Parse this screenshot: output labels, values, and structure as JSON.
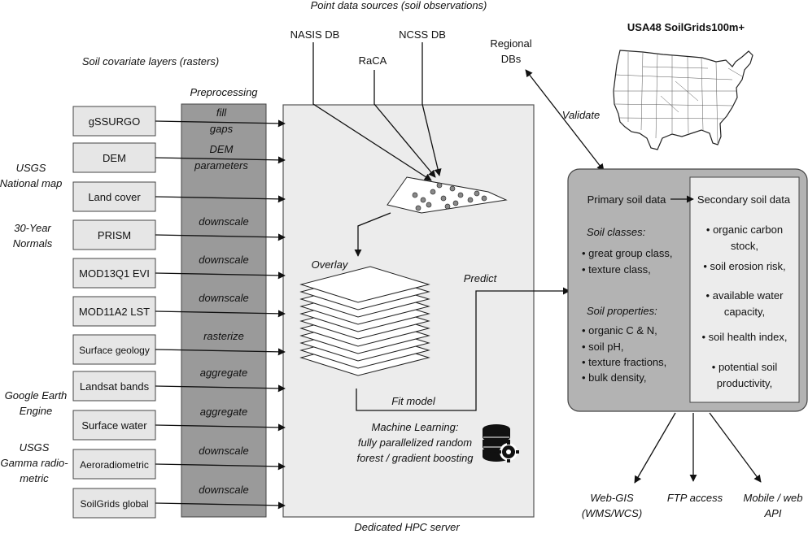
{
  "top_label": "Point data sources (soil observations)",
  "point_sources": [
    "NASIS DB",
    "RaCA",
    "NCSS DB"
  ],
  "regional_dbs": [
    "Regional",
    "DBs"
  ],
  "covariates_label": "Soil covariate layers (rasters)",
  "preprocessing_label": "Preprocessing",
  "validate_label": "Validate",
  "map_title": "USA48 SoilGrids100m+",
  "side_labels": {
    "usgs_national_map": [
      "USGS",
      "National map"
    ],
    "thirty_year_normals": [
      "30-Year",
      "Normals"
    ],
    "google_earth_engine": [
      "Google Earth",
      "Engine"
    ],
    "usgs_gamma": [
      "USGS",
      "Gamma radio-",
      "metric"
    ]
  },
  "layers": [
    {
      "name": "gSSURGO",
      "process": [
        "fill",
        "gaps"
      ]
    },
    {
      "name": "DEM",
      "process": [
        "DEM",
        "parameters"
      ]
    },
    {
      "name": "Land cover",
      "process": []
    },
    {
      "name": "PRISM",
      "process": [
        "downscale"
      ]
    },
    {
      "name": "MOD13Q1 EVI",
      "process": [
        "downscale"
      ]
    },
    {
      "name": "MOD11A2 LST",
      "process": [
        "downscale"
      ]
    },
    {
      "name": "Surface geology",
      "process": [
        "rasterize"
      ]
    },
    {
      "name": "Landsat bands",
      "process": [
        "aggregate"
      ]
    },
    {
      "name": "Surface water",
      "process": [
        "aggregate"
      ]
    },
    {
      "name": "Aeroradiometric",
      "process": [
        "downscale"
      ]
    },
    {
      "name": "SoilGrids global",
      "process": [
        "downscale"
      ]
    }
  ],
  "hpc": {
    "overlay": "Overlay",
    "predict": "Predict",
    "fit_model": "Fit model",
    "ml_lines": [
      "Machine Learning:",
      "fully parallelized random",
      "forest / gradient boosting"
    ],
    "server_label": "Dedicated HPC server"
  },
  "outputs": {
    "primary_title": "Primary soil data",
    "secondary_title": "Secondary soil data",
    "soil_classes_label": "Soil classes:",
    "soil_classes": [
      "great group class,",
      "texture class,"
    ],
    "soil_properties_label": "Soil properties:",
    "soil_properties": [
      "organic C & N,",
      "soil pH,",
      "texture fractions,",
      "bulk density,"
    ],
    "secondary_items": [
      [
        "organic carbon",
        "stock,"
      ],
      [
        "soil erosion risk,"
      ],
      [
        "available water",
        "capacity,"
      ],
      [
        "soil health index,"
      ],
      [
        "potential soil",
        "productivity,"
      ]
    ]
  },
  "delivery": [
    [
      "Web-GIS",
      "(WMS/WCS)"
    ],
    [
      "FTP access"
    ],
    [
      "Mobile / web",
      "API"
    ]
  ]
}
